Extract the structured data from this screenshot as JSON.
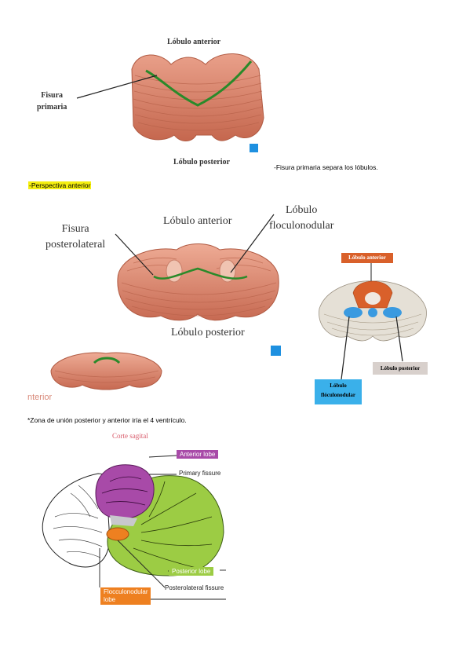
{
  "figure1": {
    "label_top": "Lóbulo anterior",
    "label_left": "Fisura\nprimaria",
    "label_bottom": "Lóbulo posterior"
  },
  "note_fissure": "-Fisura primaria separa los lóbulos.",
  "section_heading": "-Perspectiva anterior",
  "figure2": {
    "label_anterior": "Lóbulo anterior",
    "label_floc": "Lóbulo\nfloculonodular",
    "label_postlat": "Fisura\nposterolateral",
    "label_posterior": "Lóbulo posterior"
  },
  "figure3": {
    "tag_anterior": "Lóbulo anterior",
    "tag_posterior": "Lóbulo posterior",
    "tag_floc": "Lóbulo\nflóculonodular"
  },
  "partial_text": "nterior",
  "note_junction": "*Zona de unión posterior y anterior iría el 4 ventrículo.",
  "figure4": {
    "title": "Corte sagital",
    "anterior_lobe": "Anterior lobe",
    "primary_fissure": "Primary fissure",
    "posterior_lobe": "Posterior lobe",
    "posterolateral_fissure": "Posterolateral fissure",
    "floc_lobe": "Flocculonodular\nlobe"
  },
  "colors": {
    "cerebellum": "#d98a6e",
    "fissure_green": "#2a8a2a",
    "highlight": "#f5ef10",
    "tag_orange": "#d9602a",
    "tag_blue": "#3ab0ea",
    "tag_grey": "#d8d0cc",
    "sag_purple": "#a84aa8",
    "sag_green": "#9ccc44",
    "sag_orange": "#ee8020"
  }
}
